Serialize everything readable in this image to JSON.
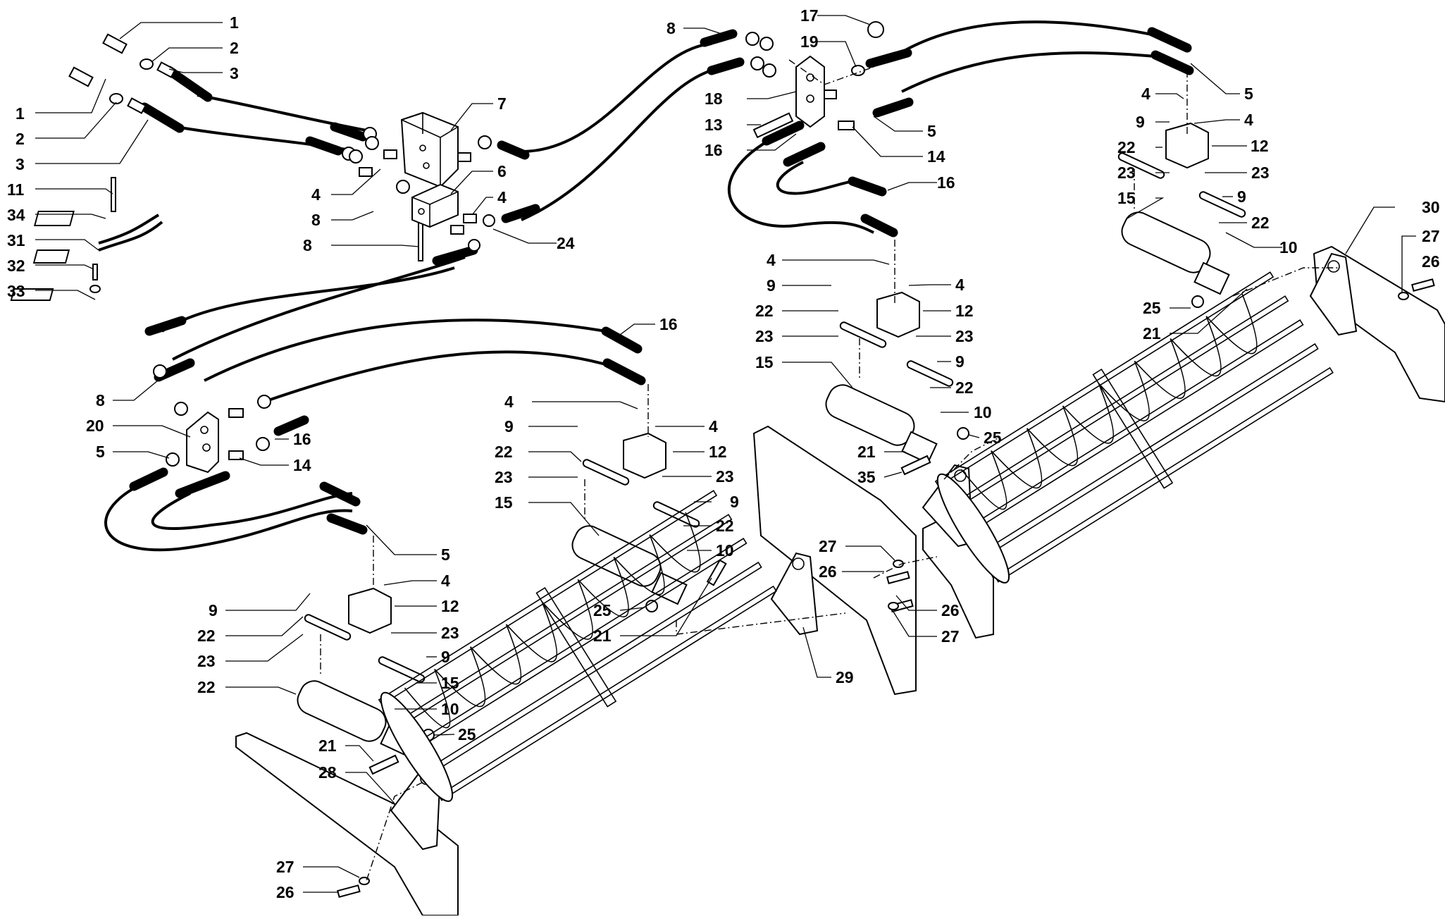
{
  "drawing": {
    "callouts": [
      {
        "id": "c1a",
        "label": "1"
      },
      {
        "id": "c2a",
        "label": "2"
      },
      {
        "id": "c3a",
        "label": "3"
      },
      {
        "id": "c1b",
        "label": "1"
      },
      {
        "id": "c2b",
        "label": "2"
      },
      {
        "id": "c3b",
        "label": "3"
      },
      {
        "id": "c11",
        "label": "11"
      },
      {
        "id": "c34",
        "label": "34"
      },
      {
        "id": "c31",
        "label": "31"
      },
      {
        "id": "c32",
        "label": "32"
      },
      {
        "id": "c33",
        "label": "33"
      },
      {
        "id": "c7",
        "label": "7"
      },
      {
        "id": "c6",
        "label": "6"
      },
      {
        "id": "c4a",
        "label": "4"
      },
      {
        "id": "c4b",
        "label": "4"
      },
      {
        "id": "c8a",
        "label": "8"
      },
      {
        "id": "c8b",
        "label": "8"
      },
      {
        "id": "c24",
        "label": "24"
      },
      {
        "id": "c8c",
        "label": "8"
      },
      {
        "id": "c17",
        "label": "17"
      },
      {
        "id": "c19",
        "label": "19"
      },
      {
        "id": "c18",
        "label": "18"
      },
      {
        "id": "c13",
        "label": "13"
      },
      {
        "id": "c16a",
        "label": "16"
      },
      {
        "id": "c14a",
        "label": "14"
      },
      {
        "id": "c5a",
        "label": "5"
      },
      {
        "id": "c16b",
        "label": "16"
      },
      {
        "id": "c5b",
        "label": "5"
      },
      {
        "id": "c4c",
        "label": "4"
      },
      {
        "id": "c4d",
        "label": "4"
      },
      {
        "id": "c9a",
        "label": "9"
      },
      {
        "id": "c12a",
        "label": "12"
      },
      {
        "id": "c22a",
        "label": "22"
      },
      {
        "id": "c23a",
        "label": "23"
      },
      {
        "id": "c23b",
        "label": "23"
      },
      {
        "id": "c9b",
        "label": "9"
      },
      {
        "id": "c15a",
        "label": "15"
      },
      {
        "id": "c22b",
        "label": "22"
      },
      {
        "id": "c10a",
        "label": "10"
      },
      {
        "id": "c30",
        "label": "30"
      },
      {
        "id": "c27a",
        "label": "27"
      },
      {
        "id": "c26a",
        "label": "26"
      },
      {
        "id": "c25a",
        "label": "25"
      },
      {
        "id": "c21a",
        "label": "21"
      },
      {
        "id": "c4e",
        "label": "4"
      },
      {
        "id": "c4f",
        "label": "4"
      },
      {
        "id": "c9c",
        "label": "9"
      },
      {
        "id": "c12b",
        "label": "12"
      },
      {
        "id": "c22c",
        "label": "22"
      },
      {
        "id": "c23c",
        "label": "23"
      },
      {
        "id": "c23d",
        "label": "23"
      },
      {
        "id": "c9d",
        "label": "9"
      },
      {
        "id": "c15b",
        "label": "15"
      },
      {
        "id": "c22d",
        "label": "22"
      },
      {
        "id": "c10b",
        "label": "10"
      },
      {
        "id": "c25b",
        "label": "25"
      },
      {
        "id": "c21b",
        "label": "21"
      },
      {
        "id": "c35",
        "label": "35"
      },
      {
        "id": "c16c",
        "label": "16"
      },
      {
        "id": "c8d",
        "label": "8"
      },
      {
        "id": "c20",
        "label": "20"
      },
      {
        "id": "c16d",
        "label": "16"
      },
      {
        "id": "c5c",
        "label": "5"
      },
      {
        "id": "c14b",
        "label": "14"
      },
      {
        "id": "c4g",
        "label": "4"
      },
      {
        "id": "c4h",
        "label": "4"
      },
      {
        "id": "c9e",
        "label": "9"
      },
      {
        "id": "c12c",
        "label": "12"
      },
      {
        "id": "c22e",
        "label": "22"
      },
      {
        "id": "c23e",
        "label": "23"
      },
      {
        "id": "c23f",
        "label": "23"
      },
      {
        "id": "c9f",
        "label": "9"
      },
      {
        "id": "c15c",
        "label": "15"
      },
      {
        "id": "c22f",
        "label": "22"
      },
      {
        "id": "c10c",
        "label": "10"
      },
      {
        "id": "c25c",
        "label": "25"
      },
      {
        "id": "c21c",
        "label": "21"
      },
      {
        "id": "c27b",
        "label": "27"
      },
      {
        "id": "c26b",
        "label": "26"
      },
      {
        "id": "c26c",
        "label": "26"
      },
      {
        "id": "c27c",
        "label": "27"
      },
      {
        "id": "c29",
        "label": "29"
      },
      {
        "id": "c5d",
        "label": "5"
      },
      {
        "id": "c4i",
        "label": "4"
      },
      {
        "id": "c9g",
        "label": "9"
      },
      {
        "id": "c12d",
        "label": "12"
      },
      {
        "id": "c22g",
        "label": "22"
      },
      {
        "id": "c23g",
        "label": "23"
      },
      {
        "id": "c23h",
        "label": "23"
      },
      {
        "id": "c9h",
        "label": "9"
      },
      {
        "id": "c15d",
        "label": "15"
      },
      {
        "id": "c22h",
        "label": "22"
      },
      {
        "id": "c10d",
        "label": "10"
      },
      {
        "id": "c25d",
        "label": "25"
      },
      {
        "id": "c21d",
        "label": "21"
      },
      {
        "id": "c28",
        "label": "28"
      },
      {
        "id": "c27d",
        "label": "27"
      },
      {
        "id": "c26d",
        "label": "26"
      }
    ]
  }
}
